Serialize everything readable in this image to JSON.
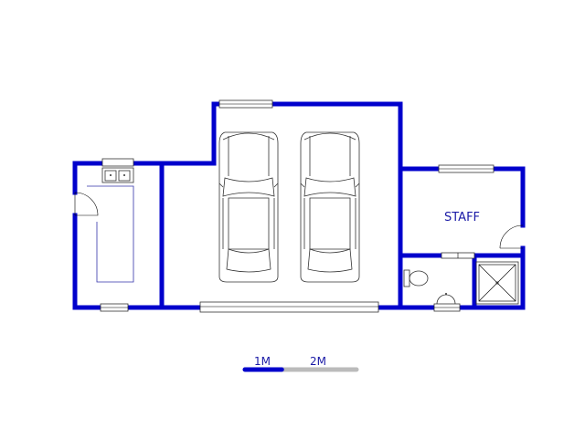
{
  "rooms": {
    "staff_label": "STAFF"
  },
  "scale_bar": {
    "label_1": "1M",
    "label_2": "2M",
    "filled_fraction": 0.33
  },
  "colors": {
    "wall": "#0000cc",
    "scale_filled": "#0000cc",
    "scale_empty": "#bbbbbb",
    "text": "#1a1aa6"
  }
}
